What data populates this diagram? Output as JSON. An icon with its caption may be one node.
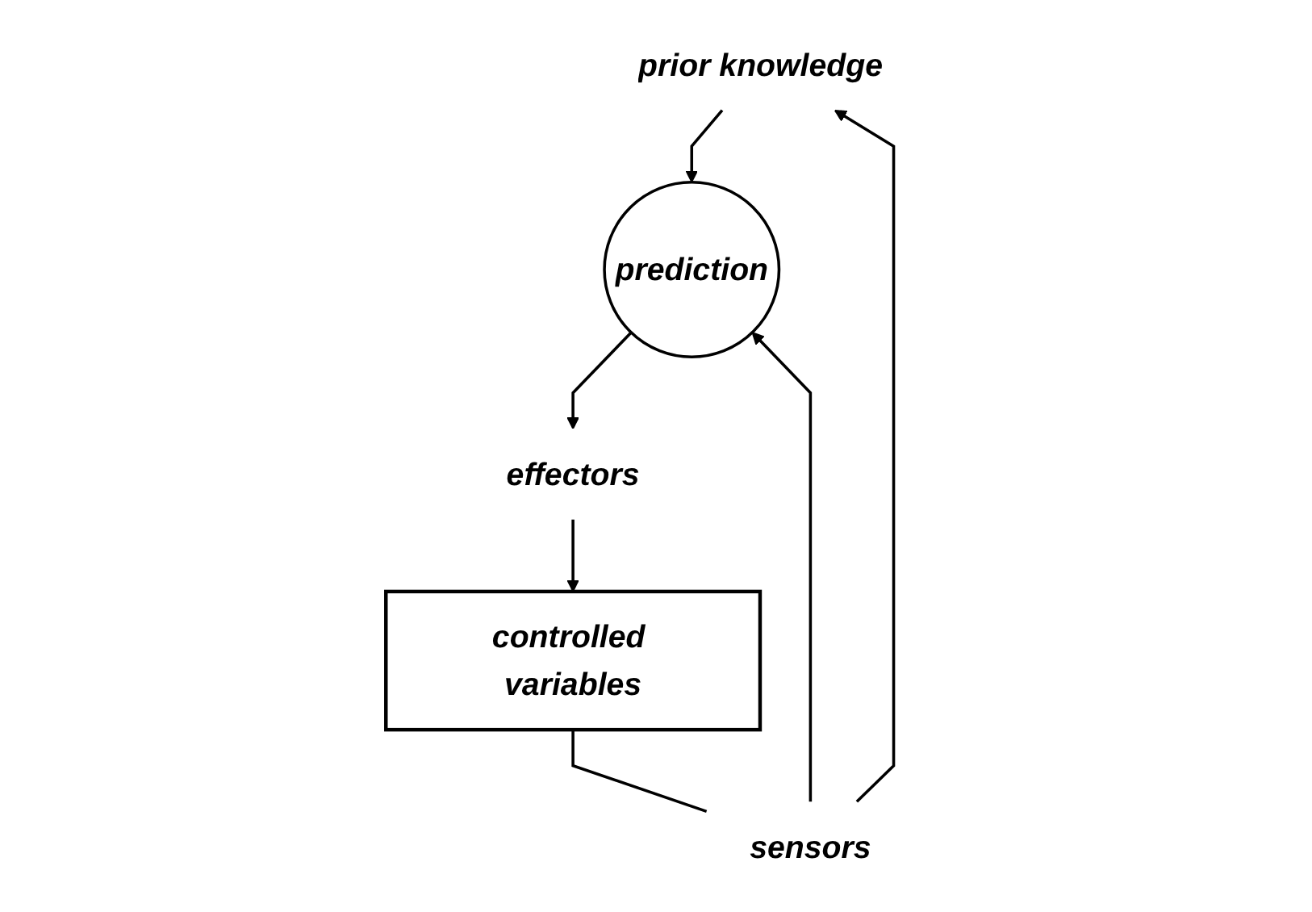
{
  "diagram": {
    "nodes": [
      {
        "text": [
          "prior knowledge"
        ]
      },
      {
        "text": [
          "prediction"
        ]
      },
      {
        "text": [
          "effectors"
        ]
      },
      {
        "text": [
          "controlled variables"
        ]
      },
      {
        "text": [
          "sensors"
        ]
      }
    ],
    "edges": [
      {
        "from": 0,
        "to": 1,
        "arrow": "to"
      },
      {
        "from": 1,
        "to": 2,
        "arrow": "to"
      },
      {
        "from": 2,
        "to": 3,
        "arrow": "to"
      },
      {
        "from": 3,
        "to": 4,
        "arrow": "none"
      },
      {
        "from": 4,
        "to": 0,
        "arrow": "to"
      },
      {
        "from": 4,
        "to": 1,
        "arrow": "to"
      }
    ]
  }
}
